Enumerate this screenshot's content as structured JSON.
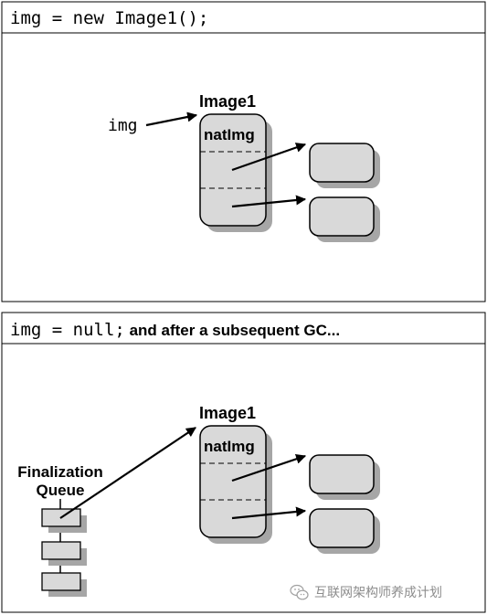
{
  "panel_top": {
    "header_code": "img = new Image1();",
    "object_label": "Image1",
    "field_label": "natImg",
    "reference_label": "img"
  },
  "panel_bottom": {
    "header_code": "img = null;",
    "header_text": " and after a subsequent GC...",
    "object_label": "Image1",
    "field_label": "natImg",
    "queue_label_line1": "Finalization",
    "queue_label_line2": "Queue"
  },
  "watermark": {
    "icon": "wechat-icon",
    "text": "互联网架构师养成计划"
  },
  "colors": {
    "box_fill": "#d9d9d9",
    "shadow": "#a6a6a6",
    "stroke": "#000000"
  }
}
